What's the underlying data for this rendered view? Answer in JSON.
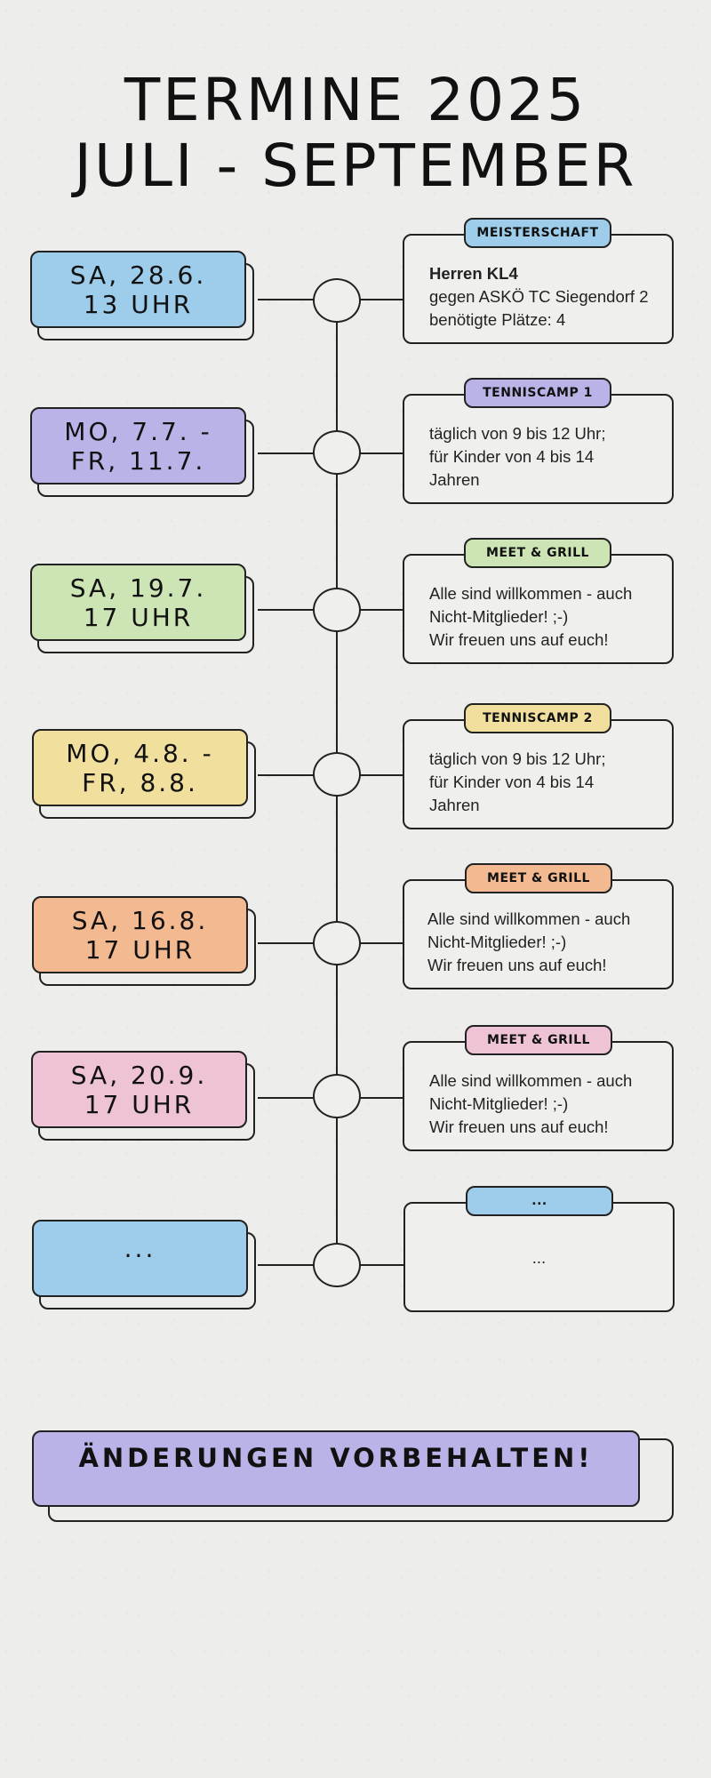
{
  "header": {
    "line1": "TERMINE 2025",
    "line2": "JULI - SEPTEMBER"
  },
  "colors": {
    "blue": "#9dcdeb",
    "purple": "#b9b3e8",
    "green": "#cde5b5",
    "yellow": "#f1df9e",
    "orange": "#f3b990",
    "pink": "#efc3d6"
  },
  "events": [
    {
      "date": "SA, 28.6.\n13 UHR",
      "tag": "MEISTERSCHAFT",
      "title": "Herren KL4",
      "text": "gegen ASKÖ TC Siegendorf 2\nbenötigte Plätze: 4"
    },
    {
      "date": "MO, 7.7. -\nFR, 11.7.",
      "tag": "TENNISCAMP 1",
      "text": "täglich von 9 bis 12 Uhr;\nfür Kinder von 4 bis 14\nJahren"
    },
    {
      "date": "SA, 19.7.\n17 UHR",
      "tag": "MEET & GRILL",
      "text": "Alle sind willkommen - auch\nNicht-Mitglieder! ;-)\nWir freuen uns auf euch!"
    },
    {
      "date": "MO, 4.8. -\nFR, 8.8.",
      "tag": "TENNISCAMP 2",
      "text": "täglich von 9 bis 12 Uhr;\nfür Kinder von 4 bis 14\nJahren"
    },
    {
      "date": "SA, 16.8.\n17 UHR",
      "tag": "MEET & GRILL",
      "text": "Alle sind willkommen - auch\nNicht-Mitglieder! ;-)\nWir freuen uns auf euch!"
    },
    {
      "date": "SA, 20.9.\n17 UHR",
      "tag": "MEET & GRILL",
      "text": "Alle sind willkommen - auch\nNicht-Mitglieder! ;-)\nWir freuen uns auf euch!"
    },
    {
      "date": "...",
      "tag": "...",
      "text": "..."
    }
  ],
  "footer": {
    "notice": "ÄNDERUNGEN VORBEHALTEN!"
  }
}
